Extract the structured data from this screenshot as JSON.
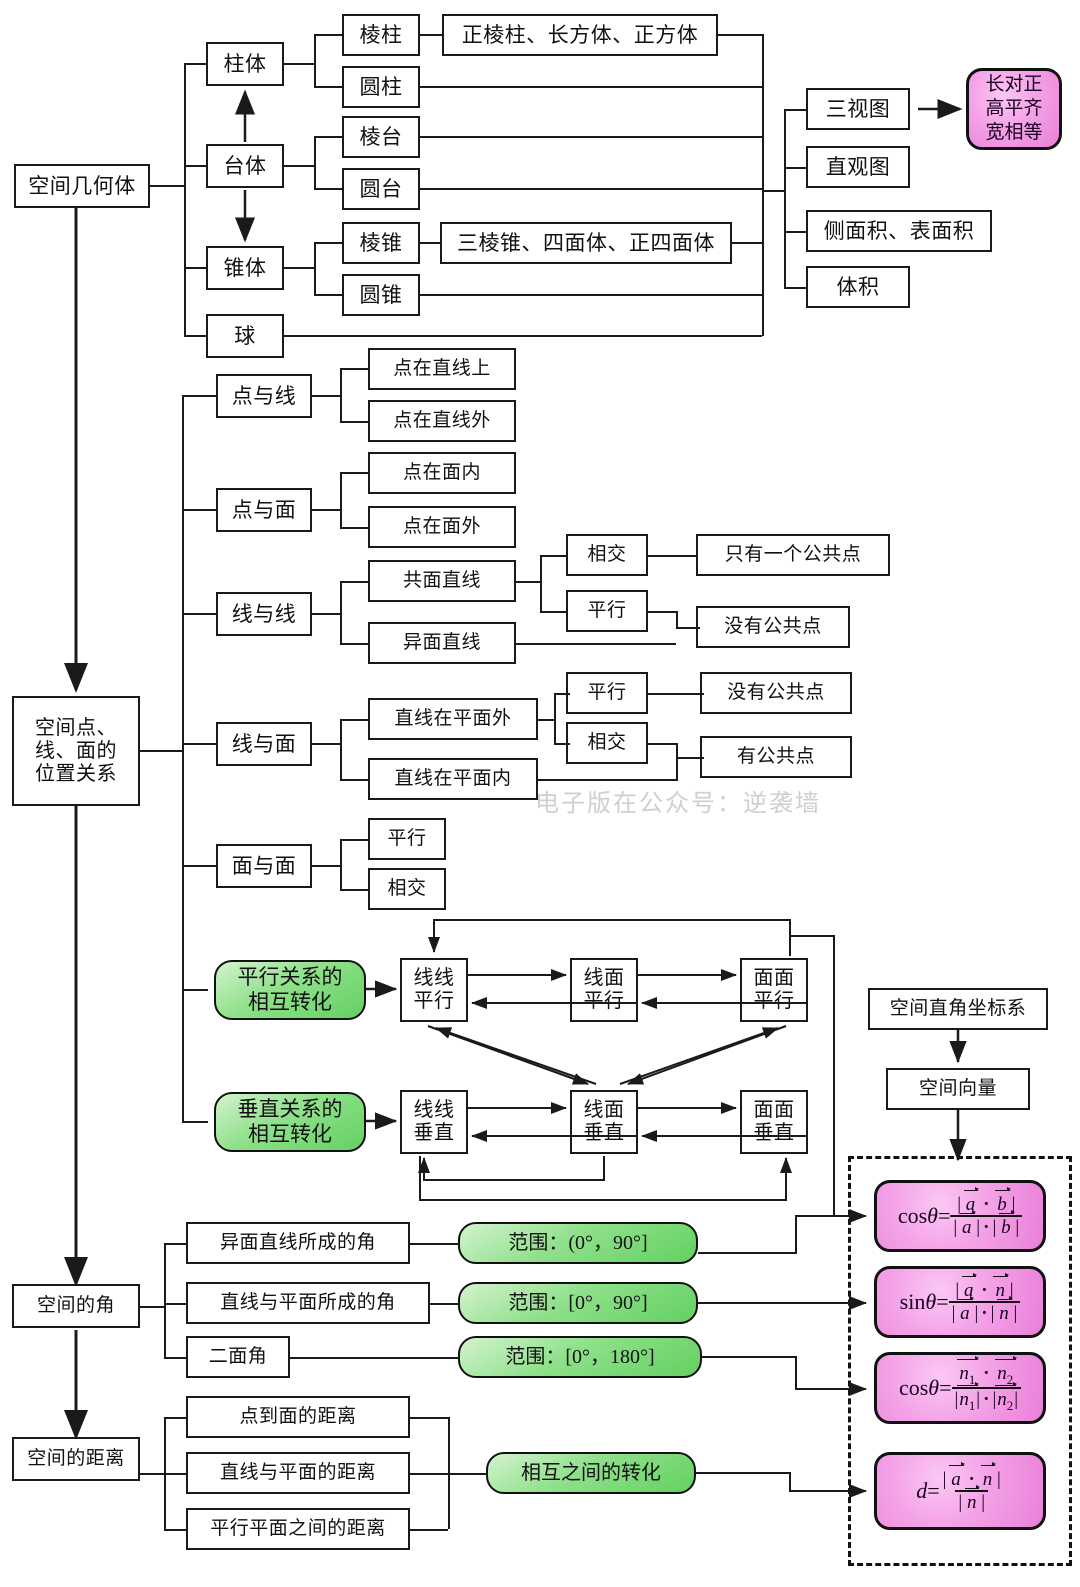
{
  "title": "空间几何体与空间向量知识结构图",
  "watermark": "电子版在公众号：逆袭墙",
  "colors": {
    "green": "#8fe08a",
    "pink": "#f4a3e8",
    "line": "#1a1a1a",
    "box": "#ffffff"
  },
  "sections": {
    "solids": {
      "root": "空间几何体",
      "level1": [
        "柱体",
        "台体",
        "锥体",
        "球"
      ],
      "level2": [
        "棱柱",
        "圆柱",
        "棱台",
        "圆台",
        "棱锥",
        "圆锥"
      ],
      "level3": [
        "正棱柱、长方体、正方体",
        "三棱锥、四面体、正四面体"
      ],
      "outputs": [
        "三视图",
        "直观图",
        "侧面积、表面积",
        "体积"
      ],
      "rule": "长对正\n高平齐\n宽相等",
      "rule_lines": [
        "长对正",
        "高平齐",
        "宽相等"
      ]
    },
    "positions": {
      "root": "空间点、\n线、面的\n位置关系",
      "root_lines": [
        "空间点、",
        "线、面的",
        "位置关系"
      ],
      "groups": [
        {
          "name": "点与线",
          "children": [
            "点在直线上",
            "点在直线外"
          ]
        },
        {
          "name": "点与面",
          "children": [
            "点在面内",
            "点在面外"
          ]
        },
        {
          "name": "线与线",
          "children": [
            "共面直线",
            "异面直线"
          ]
        },
        {
          "name": "线与面",
          "children": [
            "直线在平面外",
            "直线在平面内"
          ]
        },
        {
          "name": "面与面",
          "children": [
            "平行",
            "相交"
          ]
        }
      ],
      "line_line_detail": {
        "intersect": "相交",
        "parallel": "平行",
        "intersect_result": "只有一个公共点",
        "parallel_result": "没有公共点"
      },
      "line_plane_detail": {
        "parallel": "平行",
        "intersect": "相交",
        "parallel_result": "没有公共点",
        "intersect_result": "有公共点"
      }
    },
    "transforms": {
      "parallel_label": "平行关系的\n相互转化",
      "parallel_label_lines": [
        "平行关系的",
        "相互转化"
      ],
      "perp_label": "垂直关系的\n相互转化",
      "perp_label_lines": [
        "垂直关系的",
        "相互转化"
      ],
      "parallel_nodes": [
        {
          "l1": "线线",
          "l2": "平行"
        },
        {
          "l1": "线面",
          "l2": "平行"
        },
        {
          "l1": "面面",
          "l2": "平行"
        }
      ],
      "perp_nodes": [
        {
          "l1": "线线",
          "l2": "垂直"
        },
        {
          "l1": "线面",
          "l2": "垂直"
        },
        {
          "l1": "面面",
          "l2": "垂直"
        }
      ]
    },
    "vectors": {
      "coord_system": "空间直角坐标系",
      "space_vector": "空间向量",
      "formulas": [
        {
          "lhs": "cosθ=",
          "num": "| a · b |",
          "den": "| a | · | b |",
          "num_parts": [
            "a",
            "b"
          ],
          "den_parts": [
            "a",
            "b"
          ]
        },
        {
          "lhs": "sinθ=",
          "num": "| a · n |",
          "den": "| a | · | n |",
          "num_parts": [
            "a",
            "n"
          ],
          "den_parts": [
            "a",
            "n"
          ]
        },
        {
          "lhs": "cosθ=",
          "num": "n₁ · n₂",
          "den": "|n₁| · |n₂|",
          "num_parts": [
            "n1",
            "n2"
          ],
          "den_parts": [
            "n1",
            "n2"
          ]
        },
        {
          "lhs": "d=",
          "num": "| a · n |",
          "den": "| n |",
          "num_parts": [
            "a",
            "n"
          ],
          "den_parts": [
            "n"
          ]
        }
      ]
    },
    "angles": {
      "root": "空间的角",
      "items": [
        {
          "name": "异面直线所成的角",
          "range": "范围：(0°，90°]"
        },
        {
          "name": "直线与平面所成的角",
          "range": "范围：[0°，90°]"
        },
        {
          "name": "二面角",
          "range": "范围：[0°，180°]"
        }
      ]
    },
    "distances": {
      "root": "空间的距离",
      "items": [
        "点到面的距离",
        "直线与平面的距离",
        "平行平面之间的距离"
      ],
      "convert": "相互之间的转化"
    }
  }
}
